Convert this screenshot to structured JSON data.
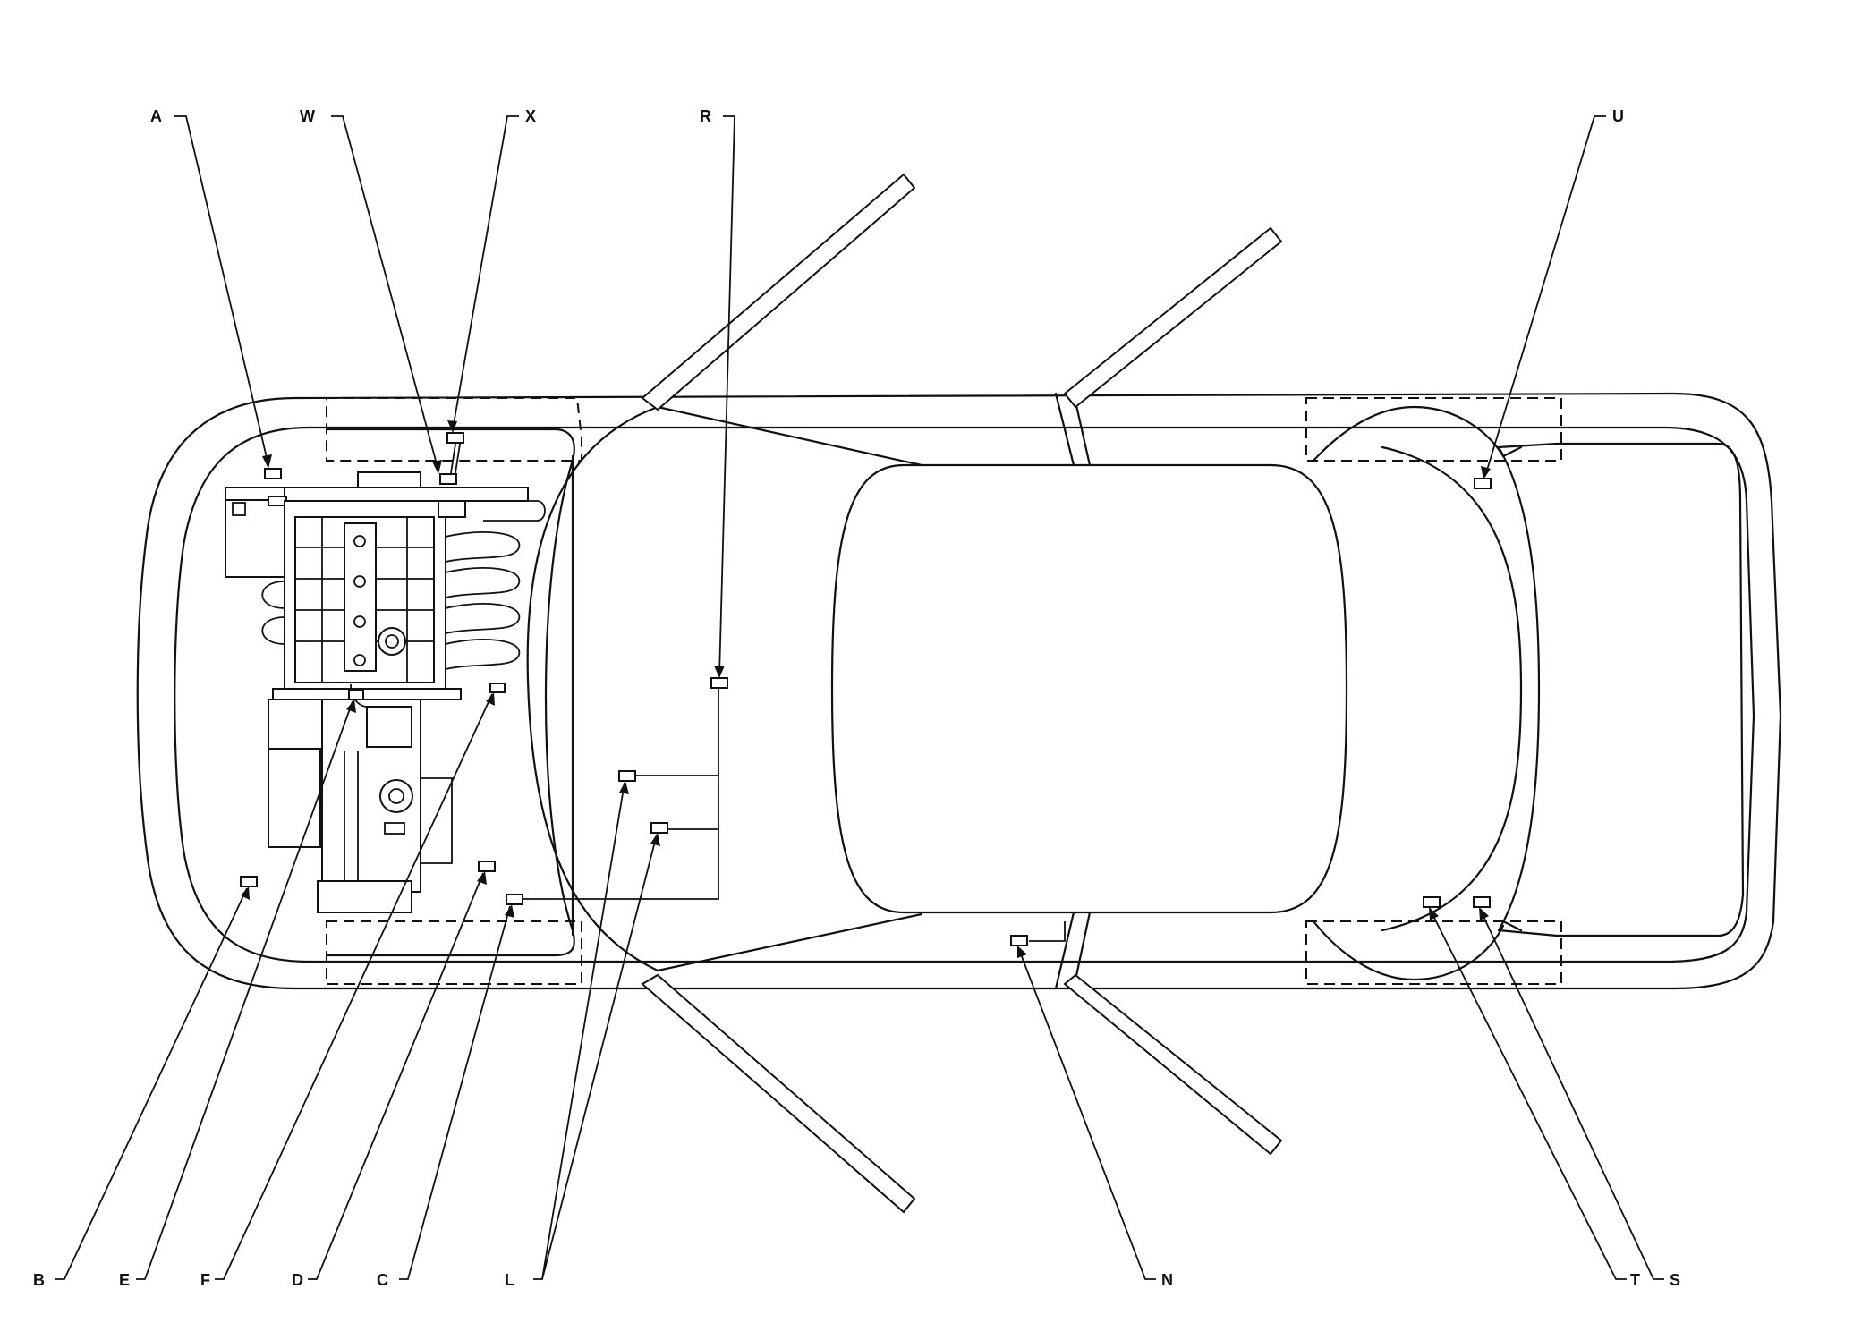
{
  "labels_top": {
    "A": "A",
    "W": "W",
    "X": "X",
    "R": "R",
    "U": "U"
  },
  "labels_bottom": {
    "B": "B",
    "E": "E",
    "F": "F",
    "D": "D",
    "C": "C",
    "L": "L",
    "N": "N",
    "T": "T",
    "S": "S"
  }
}
